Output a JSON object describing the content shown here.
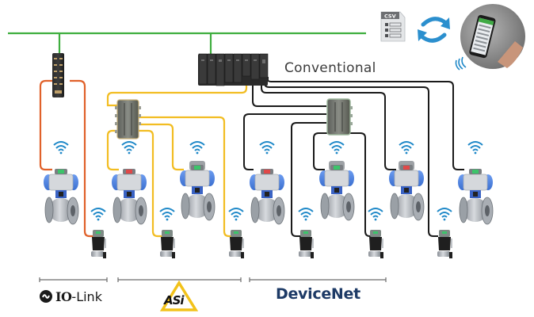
{
  "diagram": {
    "title_label": "Conventional",
    "colors": {
      "ethernet": "#3fae3f",
      "iolink": "#e0612a",
      "asi": "#f2bd22",
      "devicenet": "#1a1a1a",
      "wifi": "#1e88c8",
      "sync_arrows": "#2b8fce",
      "actuator_blue": "#4a82e0",
      "devicenet_text": "#1d3a66"
    },
    "top_right": {
      "csv_label": "CSV",
      "sync_icon": "sync-arrows",
      "phone": "smartphone-app"
    },
    "protocols": [
      {
        "name": "IO-Link",
        "prefix": "IO",
        "suffix": "-Link"
      },
      {
        "name": "ASi",
        "text": "ASi"
      },
      {
        "name": "DeviceNet",
        "text": "DeviceNet"
      }
    ],
    "devices": {
      "gateways": [
        "iolink-master",
        "plc-rack",
        "asi-junction-box",
        "devicenet-junction-box"
      ],
      "actuated_valves": 7,
      "solenoid_valves": 6
    }
  }
}
